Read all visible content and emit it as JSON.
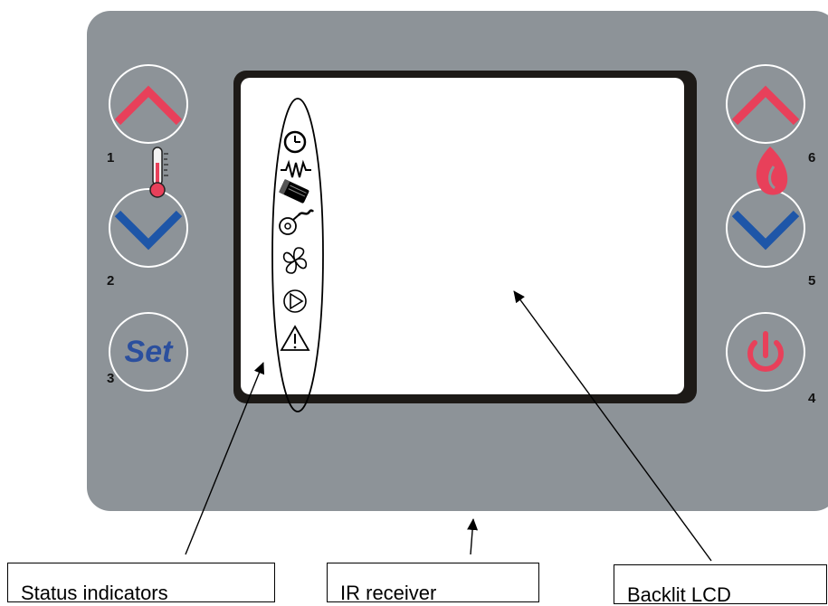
{
  "buttons": {
    "up_left": {
      "number": "1",
      "icon": "chevron-up-icon",
      "color": "#e8405a"
    },
    "down_left": {
      "number": "2",
      "icon": "chevron-down-icon",
      "color": "#1e56a8"
    },
    "set": {
      "number": "3",
      "label": "Set",
      "color": "#2b4f9e"
    },
    "power": {
      "number": "4",
      "icon": "power-icon",
      "color": "#e8405a"
    },
    "down_right": {
      "number": "5",
      "icon": "chevron-down-icon",
      "color": "#1e56a8"
    },
    "up_right": {
      "number": "6",
      "icon": "chevron-up-icon",
      "color": "#e8405a"
    }
  },
  "panel_icons": {
    "left": "thermometer-icon",
    "right": "flame-icon"
  },
  "status_icons": [
    "clock-icon",
    "resistor-icon",
    "cartridge-icon",
    "igniter-icon",
    "fan-icon",
    "play-icon",
    "warning-icon"
  ],
  "callouts": {
    "status": "Status indicators",
    "ir": "IR receiver",
    "lcd": "Backlit LCD"
  },
  "colors": {
    "panel": "#8d9398",
    "red": "#e8405a",
    "blue": "#1e56a8",
    "frame": "#1d1a17"
  }
}
